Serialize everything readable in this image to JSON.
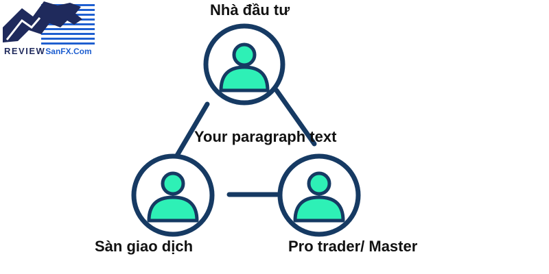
{
  "logo": {
    "review_text": "REVIEW",
    "brand_text": "SanFX.Com",
    "color_dark": "#1f2a5c",
    "color_brand": "#1f5fd0"
  },
  "diagram": {
    "nodes": [
      {
        "id": "top",
        "label": "Nhà đầu tư",
        "icon": "person-icon"
      },
      {
        "id": "left",
        "label": "Sàn giao dịch",
        "icon": "person-icon"
      },
      {
        "id": "right",
        "label": "Pro trader/ Master",
        "icon": "person-icon"
      }
    ],
    "center_text": "Your paragraph text",
    "edges": [
      {
        "from": "top",
        "to": "left"
      },
      {
        "from": "top",
        "to": "right"
      },
      {
        "from": "left",
        "to": "right"
      }
    ],
    "colors": {
      "stroke": "#163a63",
      "fill": "#2ef0b6",
      "background": "#ffffff"
    }
  }
}
